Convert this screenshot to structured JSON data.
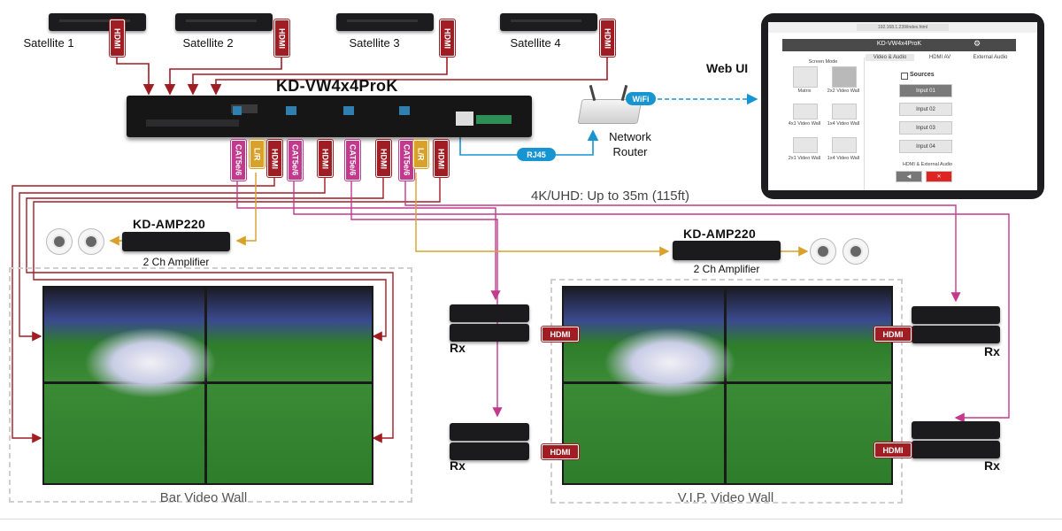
{
  "satellites": [
    {
      "label": "Satellite 1",
      "port": "HDMI"
    },
    {
      "label": "Satellite 2",
      "port": "HDMI"
    },
    {
      "label": "Satellite 3",
      "port": "HDMI"
    },
    {
      "label": "Satellite 4",
      "port": "HDMI"
    }
  ],
  "switcher": {
    "title": "KD-VW4x4ProK"
  },
  "outputs": {
    "cat": "CAT5e/6",
    "lr": "L/R",
    "hdmi": "HDMI"
  },
  "router": {
    "label_line1": "Network",
    "label_line2": "Router",
    "wifi": "WiFi",
    "rj45": "RJ45"
  },
  "web_ui": {
    "label": "Web UI",
    "app_title": "KD-VW4x4ProK",
    "url": "192.168.1.239/index.html",
    "tabs": [
      "Video & Audio",
      "HDMI AV",
      "External Audio"
    ],
    "screen_mode_label": "Screen Mode",
    "modes": [
      "Matrix",
      "2x2 Video Wall",
      "4x1 Video Wall",
      "1x4 Video Wall",
      "2x1 Video Wall",
      "1x4 Video Wall"
    ],
    "sources_label": "Sources",
    "inputs": [
      "Input 01",
      "Input 02",
      "Input 03",
      "Input 04"
    ],
    "audio_label": "HDMI & External Audio"
  },
  "distance_note": "4K/UHD: Up to 35m (115ft)",
  "amp_left": {
    "model": "KD-AMP220",
    "desc": "2 Ch Amplifier"
  },
  "amp_right": {
    "model": "KD-AMP220",
    "desc": "2 Ch Amplifier"
  },
  "receivers": {
    "label": "Rx",
    "port": "HDMI"
  },
  "walls": {
    "bar": "Bar Video Wall",
    "vip": "V.I.P. Video Wall"
  },
  "colors": {
    "hdmi": "#a11d24",
    "cat": "#c23a8e",
    "audio": "#d9a12a",
    "network": "#1795d2"
  }
}
